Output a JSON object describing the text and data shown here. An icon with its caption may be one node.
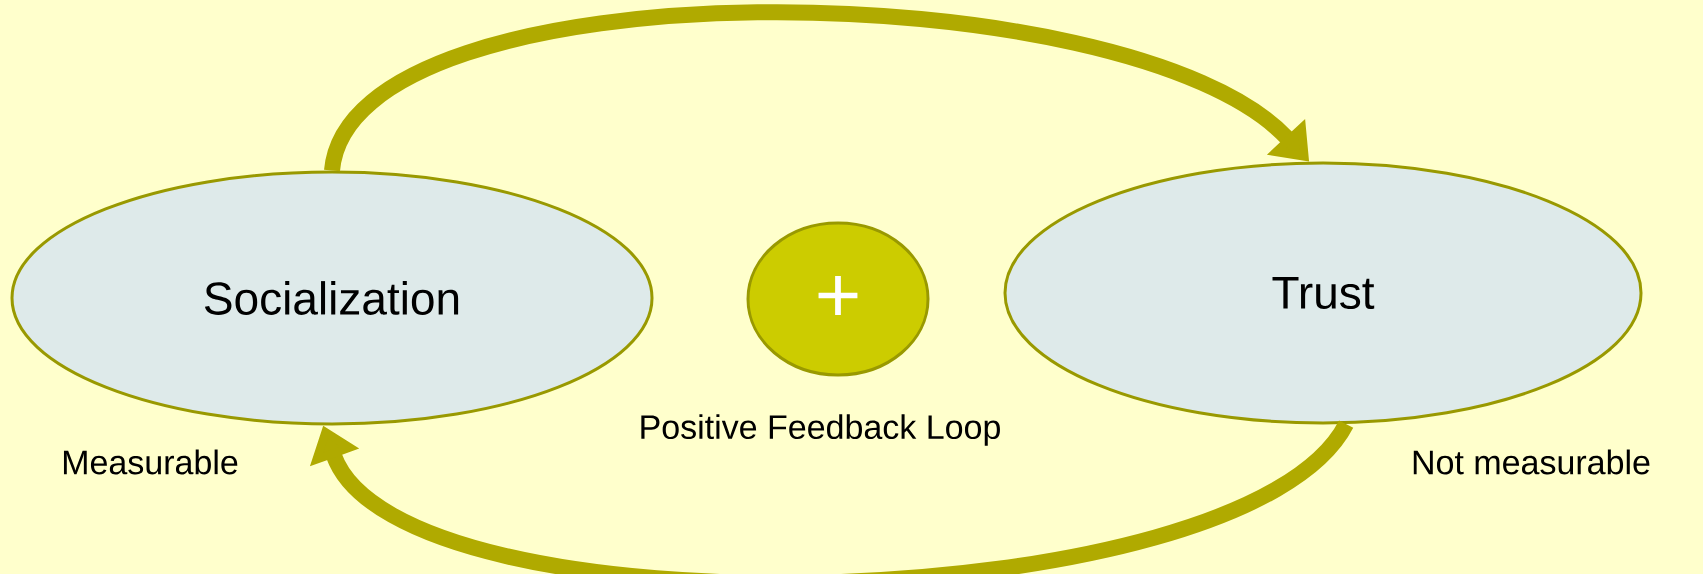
{
  "diagram": {
    "nodes": [
      {
        "text": [
          "Socialization"
        ],
        "beside": [
          "Measurable"
        ]
      },
      {
        "text": [
          "Trust"
        ],
        "beside": [
          "Not measurable"
        ]
      },
      {
        "text": [
          "+"
        ]
      }
    ],
    "labels": [
      "Positive Feedback Loop"
    ],
    "edges": [
      {
        "from": 0,
        "to": 1,
        "arrow": "to"
      },
      {
        "from": 1,
        "to": 0,
        "arrow": "to"
      }
    ]
  }
}
